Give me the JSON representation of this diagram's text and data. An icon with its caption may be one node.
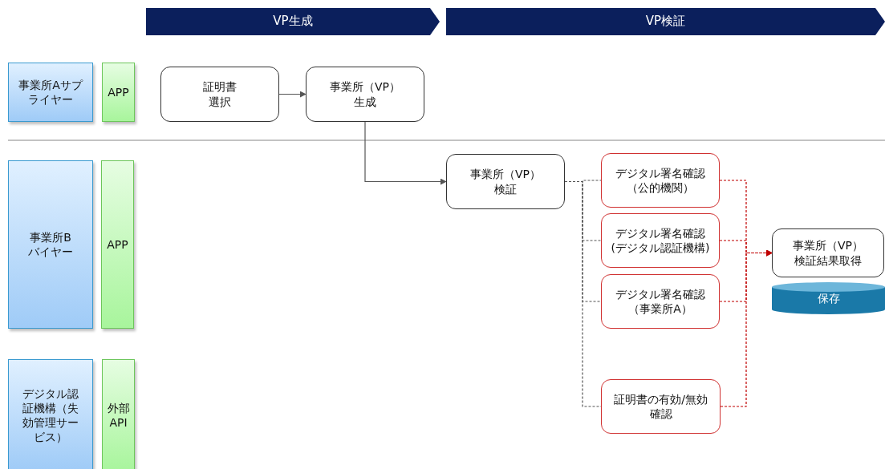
{
  "diagram": {
    "nodes": [
      {
        "text": [
          "VP生成"
        ]
      },
      {
        "text": [
          "VP検証"
        ]
      },
      {
        "text": [
          "事業所Aサプライヤー"
        ]
      },
      {
        "text": [
          "APP"
        ]
      },
      {
        "text": [
          "証明書選択"
        ]
      },
      {
        "text": [
          "事業所（VP）生成"
        ]
      },
      {
        "text": [
          "事業所Bバイヤー"
        ]
      },
      {
        "text": [
          "APP"
        ]
      },
      {
        "text": [
          "事業所（VP）検証"
        ]
      },
      {
        "text": [
          "デジタル署名確認（公的機関）"
        ]
      },
      {
        "text": [
          "デジタル署名確認(デジタル認証機構)"
        ]
      },
      {
        "text": [
          "デジタル署名確認（事業所A）"
        ]
      },
      {
        "text": [
          "事業所（VP）検証結果取得"
        ]
      },
      {
        "text": [
          "保存"
        ]
      },
      {
        "text": [
          "デジタル認証機構（失効管理サービス）"
        ]
      },
      {
        "text": [
          "外部API"
        ]
      },
      {
        "text": [
          "証明書の有効/無効確認"
        ]
      }
    ],
    "edges": [
      {
        "from": 4,
        "to": 5,
        "arrow": "to"
      },
      {
        "from": 5,
        "to": 8,
        "arrow": "to"
      },
      {
        "from": 8,
        "to": 9,
        "arrow": "none",
        "style": "dashed"
      },
      {
        "from": 8,
        "to": 10,
        "arrow": "none",
        "style": "dashed"
      },
      {
        "from": 8,
        "to": 11,
        "arrow": "none",
        "style": "dashed"
      },
      {
        "from": 8,
        "to": 16,
        "arrow": "none",
        "style": "dashed"
      },
      {
        "from": 9,
        "to": 12,
        "arrow": "to",
        "style": "dashed",
        "color": "#c00000"
      },
      {
        "from": 10,
        "to": 12,
        "arrow": "to",
        "style": "dashed",
        "color": "#c00000"
      },
      {
        "from": 11,
        "to": 12,
        "arrow": "to",
        "style": "dashed",
        "color": "#c00000"
      },
      {
        "from": 16,
        "to": 12,
        "arrow": "to",
        "style": "dashed",
        "color": "#c00000"
      }
    ]
  }
}
